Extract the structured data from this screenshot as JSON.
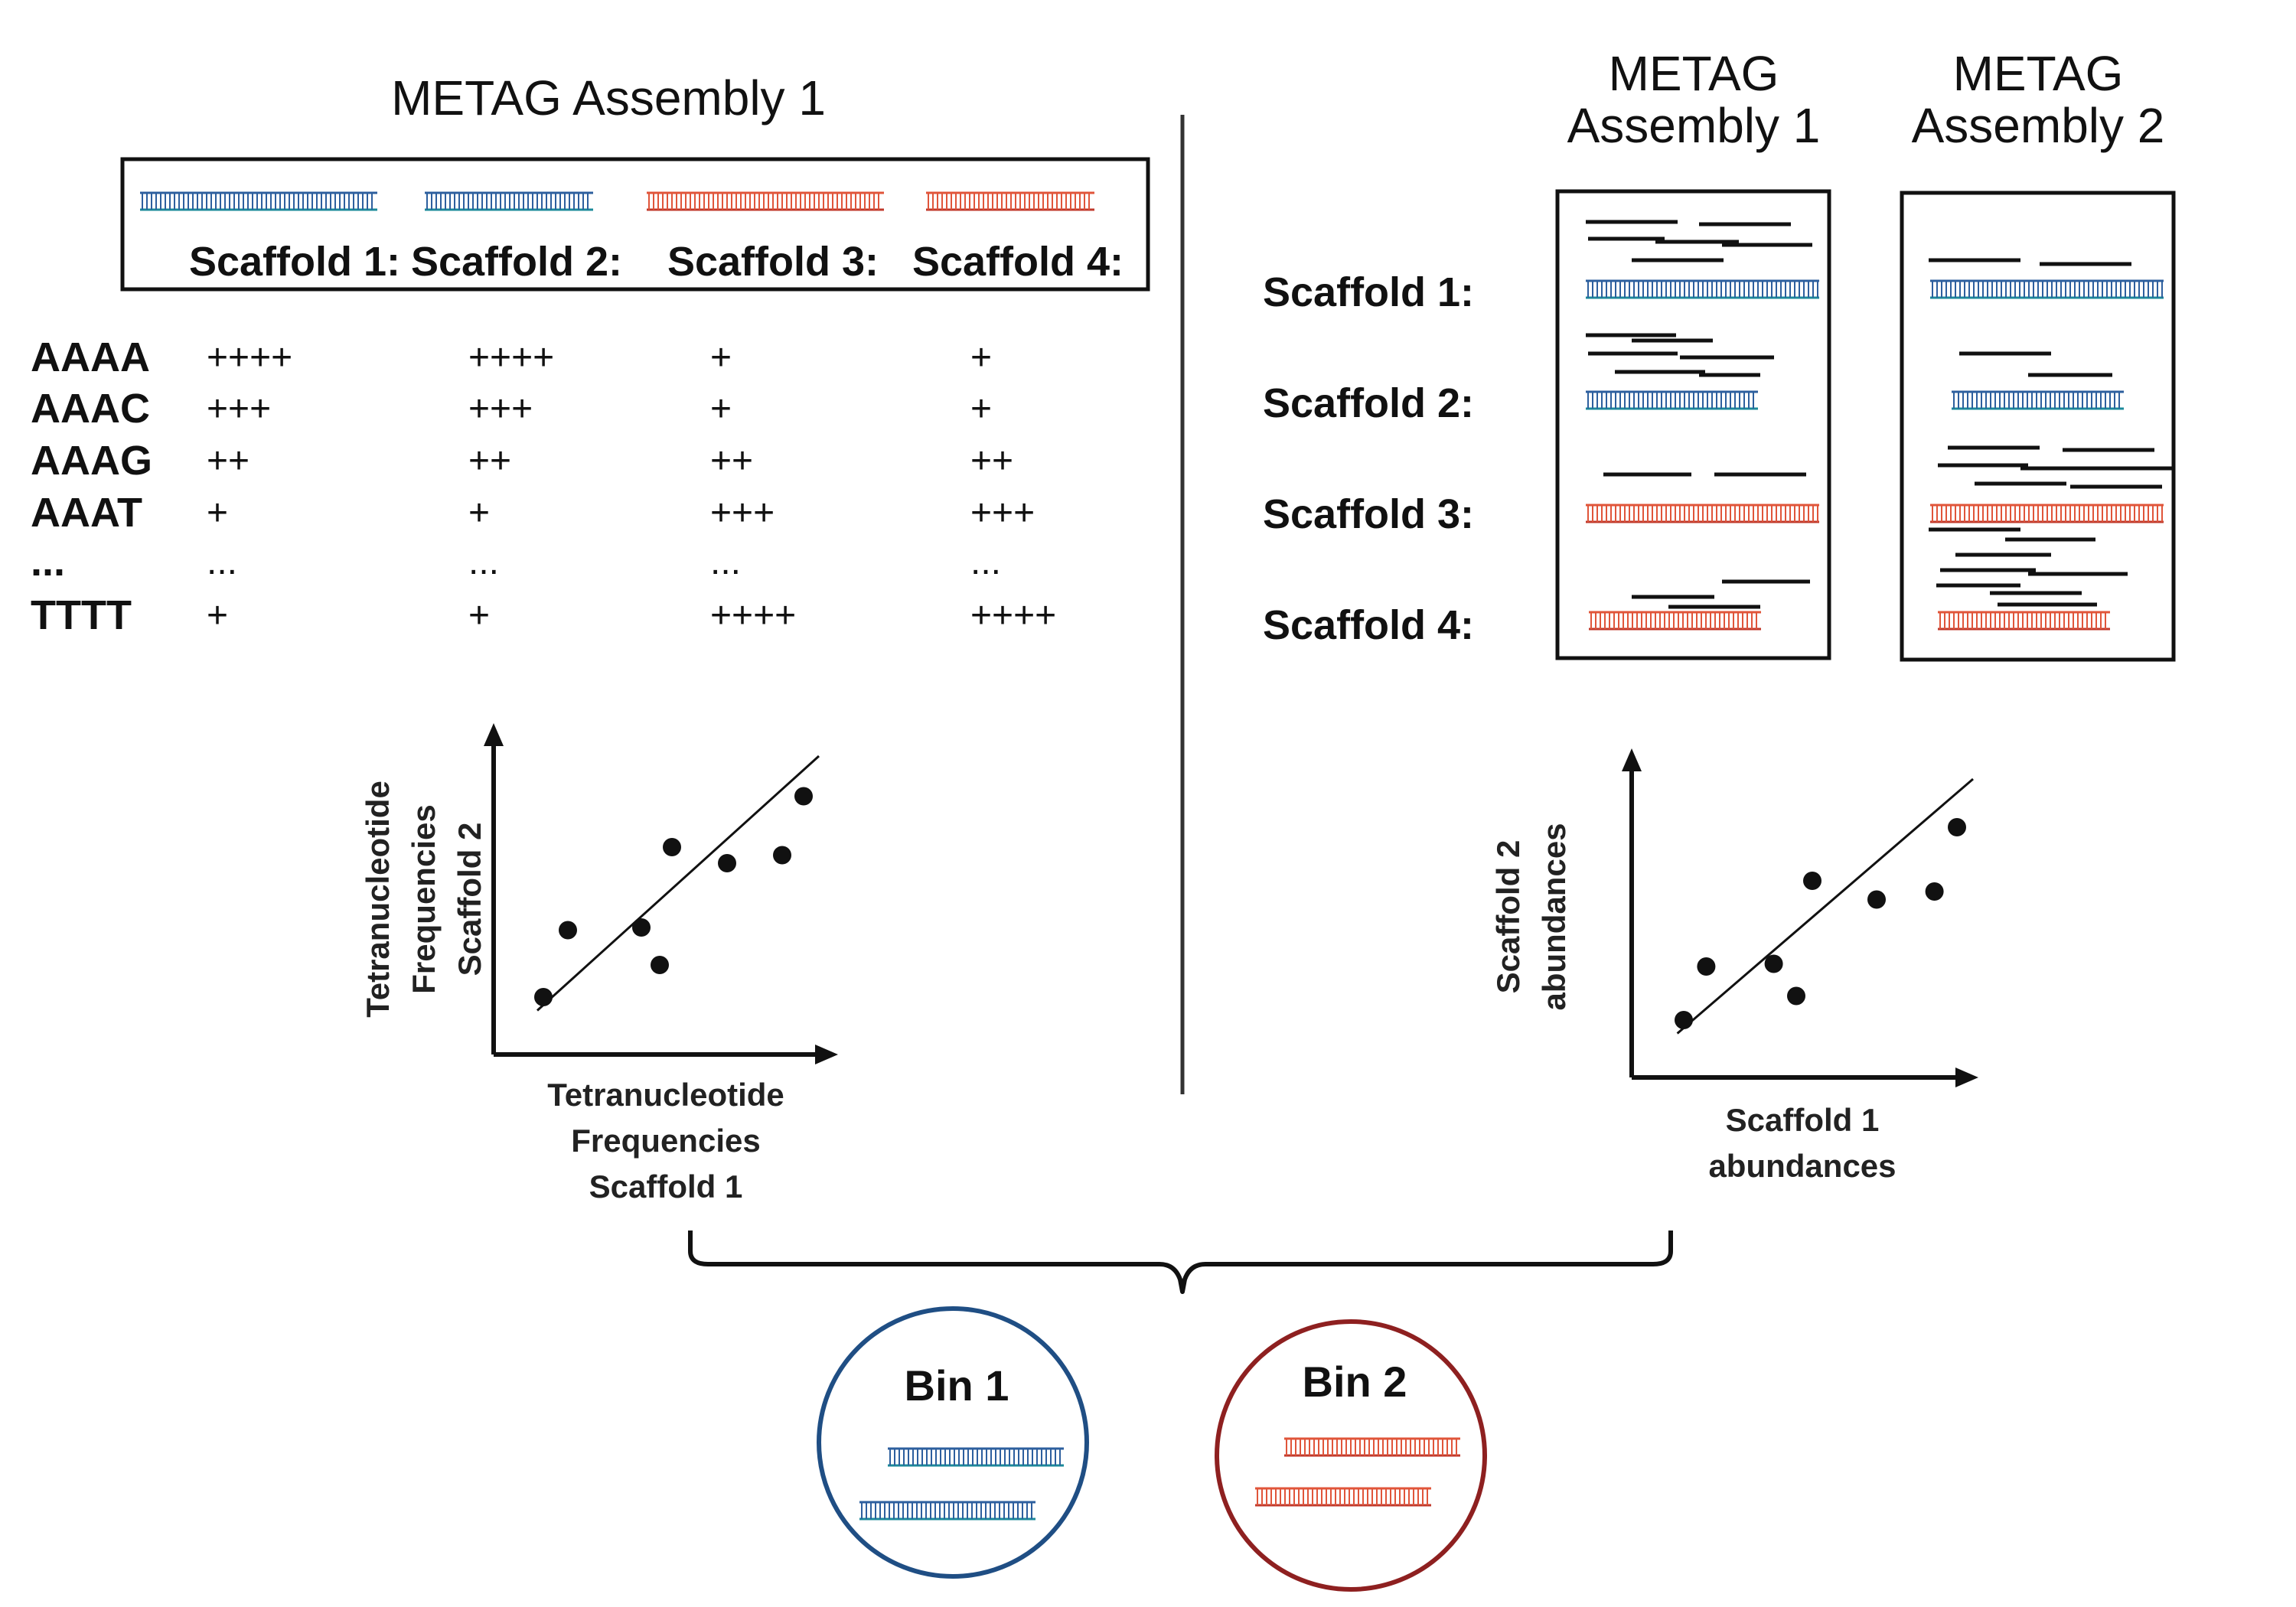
{
  "left_panel": {
    "title": "METAG Assembly 1",
    "scaffold_labels": [
      "Scaffold 1:",
      "Scaffold 2:",
      "Scaffold 3:",
      "Scaffold 4:"
    ],
    "kmer_table": {
      "rows": [
        "AAAA",
        "AAAC",
        "AAAG",
        "AAAT",
        "...",
        "TTTT"
      ],
      "columns": [
        [
          "++++",
          "+++",
          "++",
          "+",
          "...",
          "+"
        ],
        [
          "++++",
          "+++",
          "++",
          "+",
          "...",
          "+"
        ],
        [
          "+",
          "+",
          "++",
          "+++",
          "...",
          "++++"
        ],
        [
          "+",
          "+",
          "++",
          "+++",
          "...",
          "++++"
        ]
      ]
    },
    "plot": {
      "xlabel_lines": [
        "Tetranucleotide",
        "Frequencies",
        "Scaffold 1"
      ],
      "ylabel_lines": [
        "Tetranucleotide",
        "Frequencies",
        "Scaffold 2"
      ]
    }
  },
  "right_panel": {
    "assembly_titles": [
      [
        "METAG",
        "Assembly 1"
      ],
      [
        "METAG",
        "Assembly 2"
      ]
    ],
    "scaffold_labels": [
      "Scaffold 1:",
      "Scaffold 2:",
      "Scaffold 3:",
      "Scaffold 4:"
    ],
    "plot": {
      "xlabel_lines": [
        "Scaffold 1",
        "abundances"
      ],
      "ylabel_lines": [
        "Scaffold 2",
        "abundances"
      ]
    }
  },
  "bins": [
    {
      "label": "Bin 1",
      "color": "#1f4e84"
    },
    {
      "label": "Bin 2",
      "color": "#8e2020"
    }
  ],
  "colors": {
    "blue_scaffold": "#2d5f9e",
    "blue_scaffold_teal": "#1b8a9a",
    "red_scaffold": "#e0553a",
    "red_scaffold_dark": "#c0392b"
  },
  "chart_data": [
    {
      "type": "scatter",
      "title": "",
      "xlabel": "Tetranucleotide Frequencies Scaffold 1",
      "ylabel": "Tetranucleotide Frequencies Scaffold 2",
      "x": [
        0.1,
        0.18,
        0.42,
        0.48,
        0.52,
        0.7,
        0.88,
        0.95
      ],
      "y": [
        0.1,
        0.35,
        0.36,
        0.22,
        0.66,
        0.6,
        0.63,
        0.85
      ],
      "trendline": true
    },
    {
      "type": "scatter",
      "title": "",
      "xlabel": "Scaffold 1 abundances",
      "ylabel": "Scaffold 2 abundances",
      "x": [
        0.1,
        0.17,
        0.38,
        0.45,
        0.5,
        0.7,
        0.88,
        0.95
      ],
      "y": [
        0.1,
        0.3,
        0.31,
        0.19,
        0.62,
        0.55,
        0.58,
        0.82
      ],
      "trendline": true
    }
  ]
}
